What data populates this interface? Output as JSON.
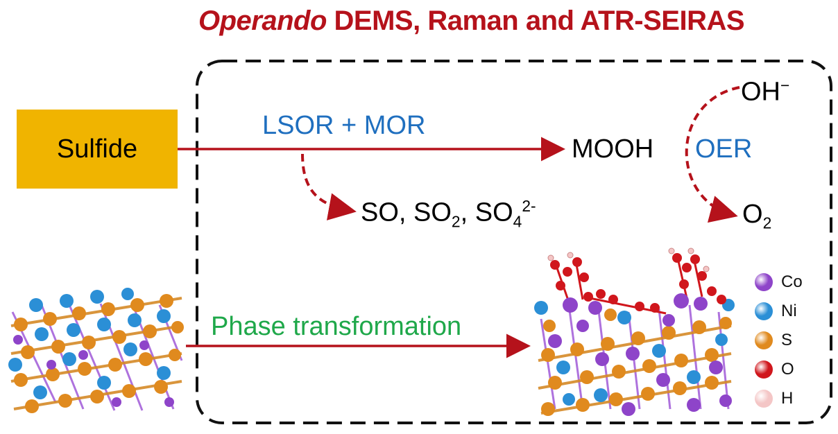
{
  "title": {
    "italic": "Operando",
    "rest": "DEMS, Raman and ATR-SEIRAS"
  },
  "nodes": {
    "sulfide": "Sulfide",
    "lsor_mor": "LSOR  +  MOR",
    "mooh": "MOOH",
    "oer": "OER",
    "oh": {
      "base": "OH",
      "sup": "−"
    },
    "o2": {
      "base": "O",
      "sub": "2"
    },
    "products": {
      "a": "SO, SO",
      "a_sub": "2",
      "b": ", SO",
      "b_sub": "4",
      "b_sup": "2-"
    },
    "phase": "Phase transformation"
  },
  "legend": [
    {
      "label": "Co",
      "color": "#8e44c9"
    },
    {
      "label": "Ni",
      "color": "#2b8fd6"
    },
    {
      "label": "S",
      "color": "#e08a1e"
    },
    {
      "label": "O",
      "color": "#d0161c"
    },
    {
      "label": "H",
      "color": "#f4c6c6"
    }
  ],
  "colors": {
    "arrow": "#b5121b",
    "box_border": "#111111"
  }
}
